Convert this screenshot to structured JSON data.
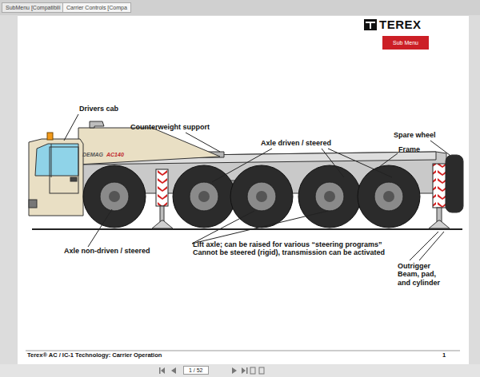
{
  "diagram": {
    "nodes": [
      {
        "text": [
          "SubMenu [Compatibili"
        ]
      },
      {
        "text": [
          "Carrier Controls [Compa"
        ]
      },
      {
        "text": [
          "Sub Menu"
        ]
      },
      {
        "text": [
          "1 / 52"
        ]
      }
    ],
    "labels": [
      "TEREX",
      "Drivers cab",
      "Counterweight support",
      "Axle driven / steered",
      "Spare wheel",
      "Frame",
      "DEMAG",
      "AC140",
      "Axle non-driven / steered",
      "Lift axle; can be raised for various “steering programs” Cannot be steered (rigid), transmission can be activated",
      "Outrigger Beam, pad, and cylinder",
      "Terex® AC / IC-1 Technology: Carrier Operation",
      "1"
    ]
  }
}
